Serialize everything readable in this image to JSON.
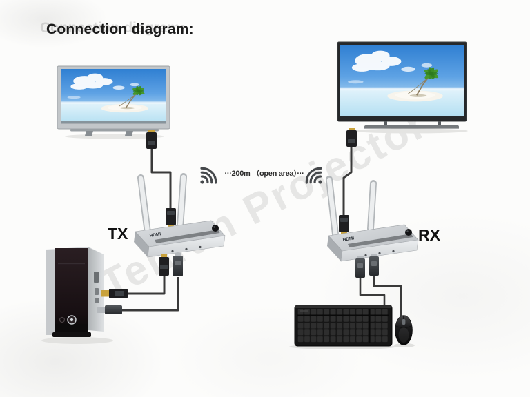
{
  "title": {
    "text": "Connection diagram:",
    "ghost": "Connection diagram:"
  },
  "watermark": {
    "text": "Tehran Projector"
  },
  "wireless_link": {
    "label": "···200m （open area）···",
    "left_icon": "wifi-signal-icon",
    "right_icon": "wifi-signal-icon"
  },
  "transmitter": {
    "label": "TX",
    "logo": "HDMI"
  },
  "receiver": {
    "label": "RX",
    "logo": "HDMI"
  },
  "devices": {
    "source_display": "monitor",
    "output_display": "tv",
    "computer": "pc-tower",
    "peripherals": [
      "keyboard",
      "mouse"
    ]
  },
  "colors": {
    "sky_blue": "#4a97e2",
    "device_gray": "#c9cdd1",
    "cable_dark": "#3a3a3a",
    "hdmi_gold": "#c9a23c",
    "usb_silver": "#b5b9bd",
    "palm_green": "#45982c"
  }
}
